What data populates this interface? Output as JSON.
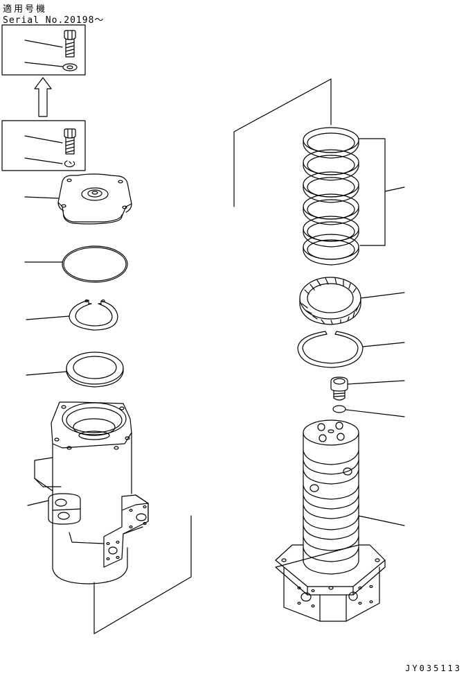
{
  "header": {
    "applies_label": "適用号機",
    "serial_label": "Serial No.20198～"
  },
  "footer": {
    "drawing_number": "JY035113"
  }
}
